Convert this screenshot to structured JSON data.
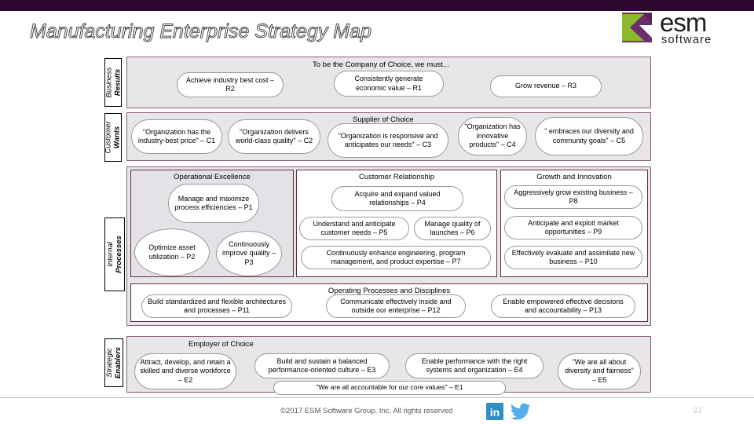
{
  "header": {
    "title": "Manufacturing Enterprise Strategy Map",
    "logo_primary": "esm",
    "logo_secondary": "software",
    "logo_name": "esm-software-logo"
  },
  "bands": [
    {
      "id": "business-results",
      "label_word1": "Business",
      "label_word2": "Results",
      "heading": "To be the Company of Choice, we must...",
      "objectives": [
        {
          "text": "Achieve industry best cost – R2"
        },
        {
          "text": "Consistently generate economic value – R1"
        },
        {
          "text": "Grow revenue – R3"
        }
      ]
    },
    {
      "id": "customer-wants",
      "label_word1": "Customer",
      "label_word2": "Wants",
      "heading": "Supplier of Choice",
      "objectives": [
        {
          "text": "\"Organization has the industry-best price\" – C1"
        },
        {
          "text": "\"Organization delivers world-class quality\" – C2"
        },
        {
          "text": "\"Organization is responsive and anticipates our needs\" – C3"
        },
        {
          "text": "\"Organization has innovative products\" – C4"
        },
        {
          "text": "\" embraces our diversity and community goals\" – C5"
        }
      ]
    },
    {
      "id": "internal-processes",
      "label_word1": "Internal",
      "label_word2": "Processes",
      "themes": [
        {
          "id": "operational-excellence",
          "heading": "Operational Excellence",
          "objectives": [
            {
              "text": "Manage and maximize process efficiencies – P1"
            },
            {
              "text": "Optimize asset utilization – P2"
            },
            {
              "text": "Continuously improve quality – P3"
            }
          ]
        },
        {
          "id": "customer-relationship",
          "heading": "Customer Relationship",
          "objectives": [
            {
              "text": "Acquire and expand valued relationships – P4"
            },
            {
              "text": "Understand and anticipate customer needs – P5"
            },
            {
              "text": "Manage quality of launches – P6"
            },
            {
              "text": "Continuously enhance engineering, program management, and product expertise – P7"
            }
          ]
        },
        {
          "id": "growth-and-innovation",
          "heading": "Growth and Innovation",
          "objectives": [
            {
              "text": "Aggressively grow existing business – P8"
            },
            {
              "text": "Anticipate and exploit market opportunities – P9"
            },
            {
              "text": "Effectively evaluate and assimilate new business – P10"
            }
          ]
        },
        {
          "id": "operating-processes-and-disciplines",
          "heading": "Operating Processes and Disciplines",
          "objectives": [
            {
              "text": "Build standardized and flexible architectures and processes – P11"
            },
            {
              "text": "Communicate effectively inside and outside our enterprise – P12"
            },
            {
              "text": "Enable empowered effective decisions and accountability – P13"
            }
          ]
        }
      ]
    },
    {
      "id": "strategic-enablers",
      "label_word1": "Strategic",
      "label_word2": "Enablers",
      "heading": "Employer of Choice",
      "objectives": [
        {
          "text": "Attract, develop, and retain a skilled and diverse workforce – E2"
        },
        {
          "text": "Build and sustain a balanced performance-oriented culture – E3"
        },
        {
          "text": "Enable performance with the right systems and organization – E4"
        },
        {
          "text": "\"We are all about diversity and fairness\" – E5"
        },
        {
          "text": "\"We are all accountable for our core values\" – E1"
        }
      ]
    }
  ],
  "footer": {
    "copyright": "©2017 ESM Software Group, Inc.  All rights reserved",
    "linkedin_label": "in",
    "page_number": "33"
  },
  "colors": {
    "topbar": "#2d0a2d",
    "band_fill": "#e8e6e8",
    "band_border": "#8b5f7d",
    "theme_border": "#5b3048",
    "pill_border": "#9a9a9a",
    "linkedin": "#2d8fc4",
    "twitter": "#55acee",
    "logo_purple": "#6b2f6b",
    "logo_green": "#8cb82b"
  }
}
